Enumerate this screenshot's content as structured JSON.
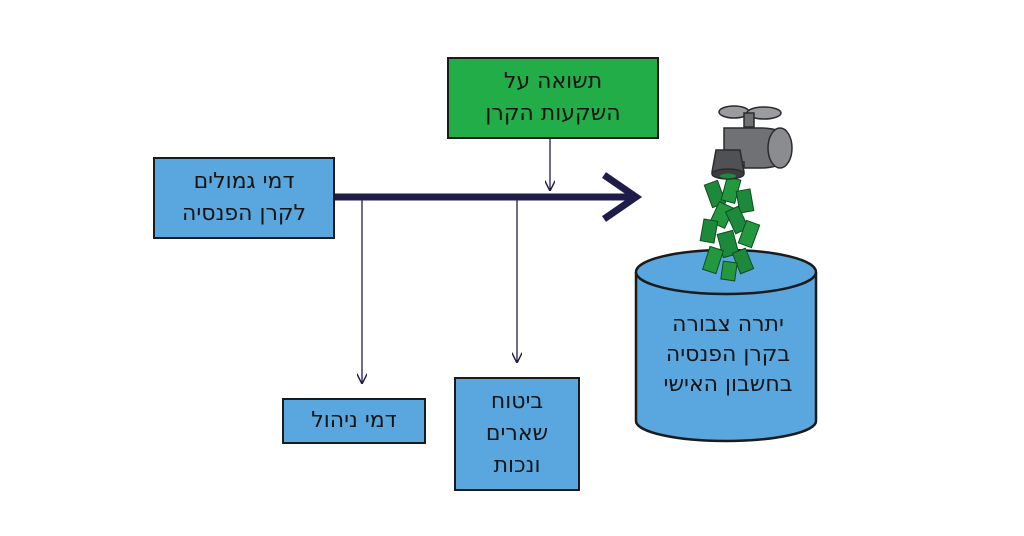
{
  "boxes": {
    "contributions": {
      "line1": "דמי גמולים",
      "line2": "לקרן הפנסיה"
    },
    "investment_return": {
      "line1": "תשואה על",
      "line2": "השקעות הקרן"
    },
    "management_fees": {
      "line1": "דמי ניהול"
    },
    "insurance": {
      "line1": "ביטוח",
      "line2": "שארים",
      "line3": "ונכות"
    }
  },
  "tank": {
    "line1": "יתרה צבורה",
    "line2": "בקרן הפנסיה",
    "line3": "בחשבון האישי"
  },
  "colors": {
    "box_blue": "#5aa7df",
    "box_green": "#22ad48",
    "main_arrow": "#1f1c4a",
    "money_green": "#1c8a3a",
    "faucet_gray": "#8a8c8f"
  },
  "icons": [
    "faucet-icon",
    "money-stream-icon",
    "tank-icon"
  ]
}
